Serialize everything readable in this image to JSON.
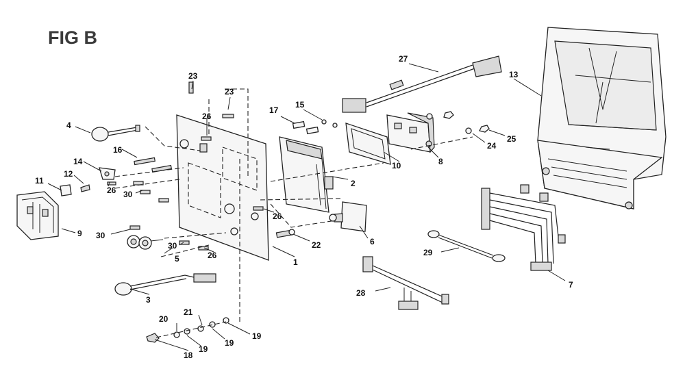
{
  "figure": {
    "title": "FIG B",
    "callouts": {
      "p1": "1",
      "p2": "2",
      "p3": "3",
      "p4": "4",
      "p5": "5",
      "p6": "6",
      "p7": "7",
      "p8": "8",
      "p9": "9",
      "p10": "10",
      "p11": "11",
      "p12": "12",
      "p13": "13",
      "p14": "14",
      "p15": "15",
      "p16": "16",
      "p17": "17",
      "p18": "18",
      "p19a": "19",
      "p19b": "19",
      "p19c": "19",
      "p20": "20",
      "p21": "21",
      "p22": "22",
      "p23a": "23",
      "p23b": "23",
      "p24": "24",
      "p25": "25",
      "p26a": "26",
      "p26b": "26",
      "p26c": "26",
      "p26d": "26",
      "p27": "27",
      "p28": "28",
      "p29": "29",
      "p30a": "30",
      "p30b": "30",
      "p30c": "30"
    }
  }
}
